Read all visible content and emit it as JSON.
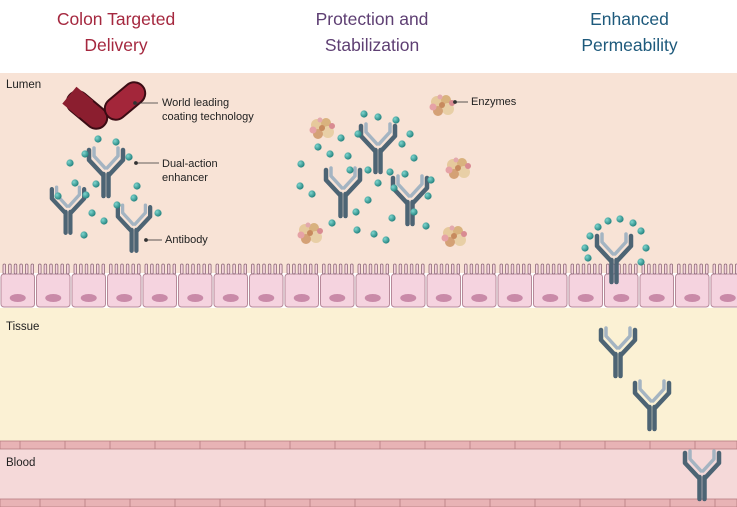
{
  "headings": {
    "colon": [
      "Colon Targeted",
      "Delivery"
    ],
    "protection": [
      "Protection and",
      "Stabilization"
    ],
    "permeability": [
      "Enhanced",
      "Permeability"
    ]
  },
  "regions": {
    "lumen": "Lumen",
    "tissue": "Tissue",
    "blood": "Blood"
  },
  "callouts": {
    "coating": [
      "World leading",
      "coating technology"
    ],
    "enhancer": [
      "Dual-action",
      "enhancer"
    ],
    "antibody": "Antibody",
    "enzymes": "Enzymes"
  },
  "colors": {
    "heading_colon": "#a5283f",
    "heading_protection": "#5e3f73",
    "heading_permeability": "#1e5a7c",
    "lumen_bg": "#f8e3d6",
    "tissue_bg": "#fbf1d4",
    "blood_bg": "#f5d9d9",
    "cell_fill": "#f5d3df",
    "enhancer_dot": "#2f9c97",
    "antibody_dark": "#4d6474",
    "antibody_light": "#a4b4c2",
    "capsule": "#8b1e2f"
  }
}
